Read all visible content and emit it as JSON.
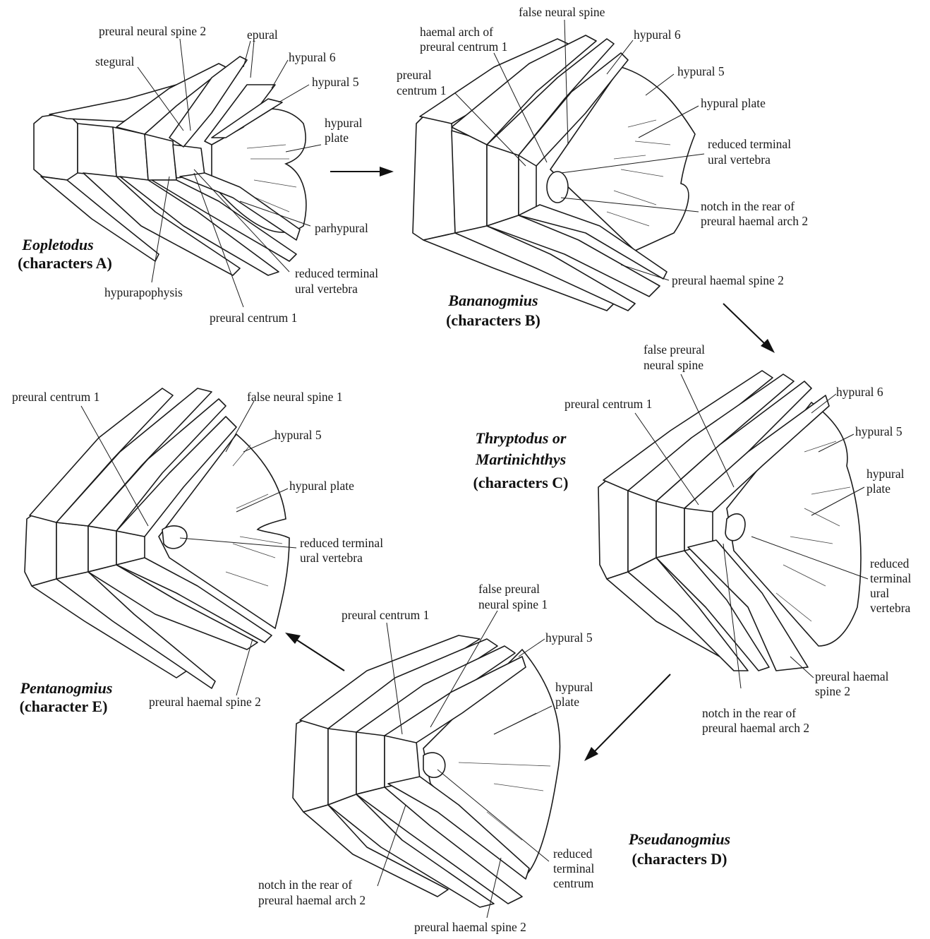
{
  "panels": {
    "A": {
      "genus": "Eopletodus",
      "character": "(characters A)",
      "labels": {
        "preural_neural_spine_2": "preural neural spine 2",
        "epural": "epural",
        "stegural": "stegural",
        "hypural_6": "hypural 6",
        "hypural_5": "hypural 5",
        "hypural_plate_1": "hypural",
        "hypural_plate_2": "plate",
        "parhypural": "parhypural",
        "reduced_terminal_1": "reduced terminal",
        "reduced_terminal_2": "ural vertebra",
        "hypurapophysis": "hypurapophysis",
        "preural_centrum_1": "preural centrum 1"
      }
    },
    "B": {
      "genus": "Bananogmius",
      "character": "(characters B)",
      "labels": {
        "false_neural_spine": "false neural spine",
        "haemal_arch_1": "haemal arch of",
        "haemal_arch_2": "preural centrum 1",
        "hypural_6": "hypural 6",
        "preural_centrum_1a": "preural",
        "preural_centrum_1b": "centrum 1",
        "hypural_5": "hypural 5",
        "hypural_plate": "hypural plate",
        "reduced_terminal_1": "reduced terminal",
        "reduced_terminal_2": "ural vertebra",
        "notch_1": "notch in the rear of",
        "notch_2": "preural haemal arch 2",
        "preural_haemal_spine_2": "preural haemal spine 2"
      }
    },
    "C": {
      "genus_line1": "Thryptodus or",
      "genus_line2": "Martinichthys",
      "character": "(characters C)",
      "labels": {
        "false_preural_1": "false preural",
        "false_preural_2": "neural spine",
        "preural_centrum_1": "preural centrum 1",
        "hypural_6": "hypural 6",
        "hypural_5": "hypural 5",
        "hypural_plate_1": "hypural",
        "hypural_plate_2": "plate",
        "reduced_1": "reduced",
        "reduced_2": "terminal",
        "reduced_3": "ural",
        "reduced_4": "vertebra",
        "preural_haemal_1": "preural haemal",
        "preural_haemal_2": "spine 2",
        "notch_1": "notch in the rear of",
        "notch_2": "preural haemal arch 2"
      }
    },
    "D": {
      "genus": "Pseudanogmius",
      "character": "(characters D)",
      "labels": {
        "false_preural_1": "false preural",
        "false_preural_2": "neural spine 1",
        "preural_centrum_1": "preural centrum 1",
        "hypural_5": "hypural 5",
        "hypural_plate_1": "hypural",
        "hypural_plate_2": "plate",
        "reduced_1": "reduced",
        "reduced_2": "terminal",
        "reduced_3": "centrum",
        "notch_1": "notch in the rear of",
        "notch_2": "preural haemal arch 2",
        "preural_haemal_spine_2": "preural haemal spine 2"
      }
    },
    "E": {
      "genus": "Pentanogmius",
      "character": "(character E)",
      "labels": {
        "preural_centrum_1": "preural centrum 1",
        "false_neural_spine_1": "false neural spine 1",
        "hypural_5": "hypural 5",
        "hypural_plate": "hypural plate",
        "reduced_terminal_1": "reduced terminal",
        "reduced_terminal_2": "ural vertebra",
        "preural_haemal_spine_2": "preural haemal spine 2"
      }
    }
  }
}
